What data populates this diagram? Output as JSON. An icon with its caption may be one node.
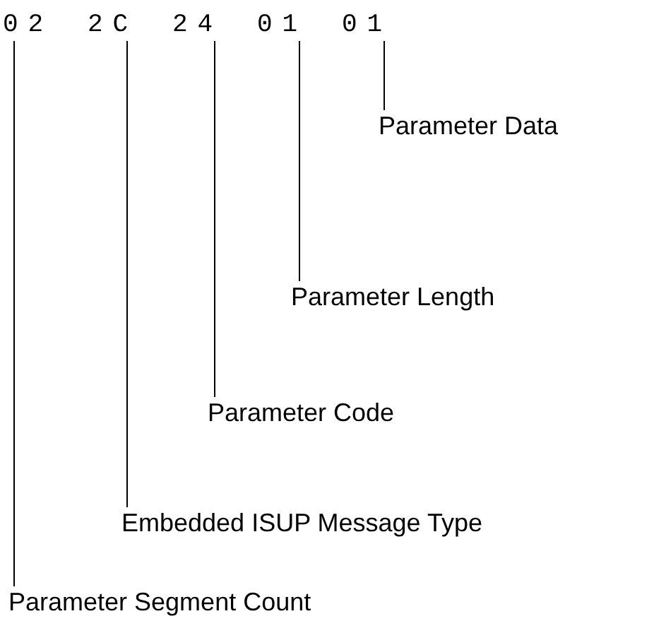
{
  "diagram": {
    "nodes": [
      {
        "text": [
          "02"
        ]
      },
      {
        "text": [
          "2C"
        ]
      },
      {
        "text": [
          "24"
        ]
      },
      {
        "text": [
          "01"
        ]
      },
      {
        "text": [
          "01"
        ]
      },
      {
        "text": [
          "Parameter Data"
        ]
      },
      {
        "text": [
          "Parameter Length"
        ]
      },
      {
        "text": [
          "Parameter Code"
        ]
      },
      {
        "text": [
          "Embedded ISUP Message Type"
        ]
      },
      {
        "text": [
          "Parameter Segment Count"
        ]
      }
    ],
    "edges": [
      {
        "from": 5,
        "to": 4,
        "arrow": "none"
      },
      {
        "from": 6,
        "to": 3,
        "arrow": "none"
      },
      {
        "from": 7,
        "to": 2,
        "arrow": "none"
      },
      {
        "from": 8,
        "to": 1,
        "arrow": "none"
      },
      {
        "from": 9,
        "to": 0,
        "arrow": "none"
      }
    ]
  }
}
